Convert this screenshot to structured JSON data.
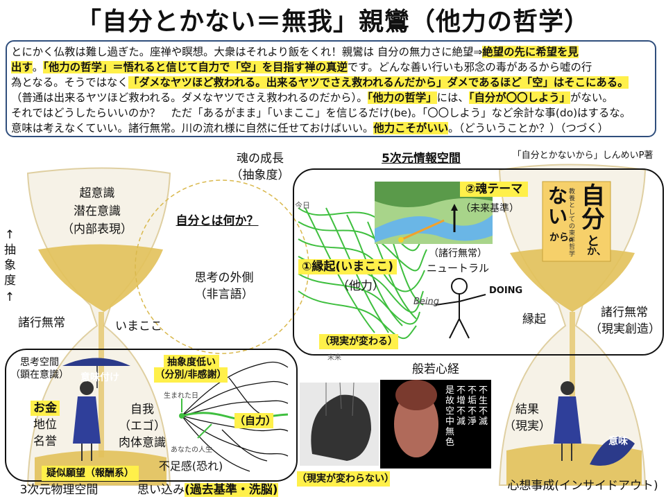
{
  "title": "「自分とかない＝無我」親鸞（他力の哲学）",
  "intro": {
    "line1_a": "とにかく仏教は難し過ぎた。座禅や瞑想。大衆はそれより飯をくれ！親鸞は 自分の無力さに絶望⇒",
    "line1_hl": "絶望の先に希望を見",
    "line2_hl1": "出す",
    "line2_b": "。",
    "line2_hl2": "「他力の哲学」＝悟れると信じて自力で「空」を目指す禅の真逆",
    "line2_c": "です。どんな善い行いも邪念の毒があるから嘘の行",
    "line3_a": "為となる。そうではなく",
    "line3_hl1": "「ダメなヤツほど救われる。出来るヤツでさえ救われるんだから」ダメであるほど「空」はそこにある。",
    "line4_a": "（普通は出来るヤツほど救われる。ダメなヤツでさえ救われるのだから）。",
    "line4_hl1": "「他力の哲学」",
    "line4_b": "には、",
    "line4_hl2": "「自分が〇〇しよう」",
    "line4_c": "がない。",
    "line5": "それではどうしたらいいのか？　ただ「あるがまま」「いまここ」を信じるだけ(be)。「〇〇しよう」など余計な事(do)はするな。",
    "line6_a": "意味は考えなくていい。諸行無常。川の流れ様に自然に任せておけばいい。",
    "line6_hl": "他力こそがいい",
    "line6_b": "。（どういうことか？）（つづく）"
  },
  "labels": {
    "soul_growth": "魂の成長",
    "abstraction_level": "（抽象度）",
    "dim5": "5次元情報空間",
    "book_credit": "「自分とかないから」しんめいP著",
    "super_conscious": "超意識",
    "subconscious": "潜在意識",
    "internal_repr": "（内部表現）",
    "axis_up": "↑",
    "axis_chars": "抽象度",
    "axis_up2": "↑",
    "what_is_self": "自分とは何か？",
    "outside_thought": "思考の外側",
    "nonverbal": "（非言語）",
    "impermanence_left": "諸行無常",
    "imakoko": "いまここ",
    "today": "今日",
    "soul_theme": "②魂テーマ",
    "future_standard": "（未来基準）",
    "engi_imakoko": "①縁起(いまここ)",
    "tariki": "（他力）",
    "impermanence_neutral": "（諸行無常）",
    "neutral": "ニュートラル",
    "being": "Being",
    "doing": "DOING",
    "reality_changes": "（現実が変わる）",
    "future": "未来",
    "engi_right": "縁起",
    "impermanence_right": "諸行無常",
    "reality_creation": "（現実創造）",
    "thought_space": "思考空間",
    "manifest_conscious": "（顕在意識）",
    "meaning_giving": "意味付け",
    "low_abstraction": "抽象度低い",
    "discrimination": "（分別/非感謝）",
    "born_day": "生まれた日",
    "jiriki": "（自力）",
    "your_life": "あなたの人生",
    "money": "お金",
    "status": "地位",
    "fame": "名誉",
    "ego": "自我",
    "ego_paren": "（エゴ）",
    "body_conscious": "肉体意識",
    "anxiety": "不足感(恐れ)",
    "pseudo_desire": "疑似願望（報酬系）",
    "dim3": "3次元物理空間",
    "belief_a": "思い込み",
    "belief_hl": "(過去基準・洗脳)",
    "reality_unchanged": "（現実が変わらない）",
    "heart_sutra": "般若心経",
    "sutra_cols": [
      "不生不滅",
      "不垢不淨",
      "不增不減",
      "是故空中無色"
    ],
    "result": "結果",
    "reality": "（現実）",
    "meaning_right": "意味",
    "inside_out": "心想事成(インサイドアウト)",
    "book_main1": "自",
    "book_main2": "分",
    "book_main3": "と",
    "book_main4": "か、",
    "book_main5": "ない",
    "book_main6": "から。",
    "book_sub": "教養としての東洋哲学"
  },
  "colors": {
    "highlight": "#fff04a",
    "intro_border": "#2f4e7c",
    "path_green": "#3fbf3f",
    "sand": "#e2c15a"
  },
  "icons": [
    "hourglass-icon",
    "stick-figure-icon",
    "buddha-icon",
    "puppet-head-icon",
    "book-cover-icon",
    "umbrella-icon"
  ]
}
